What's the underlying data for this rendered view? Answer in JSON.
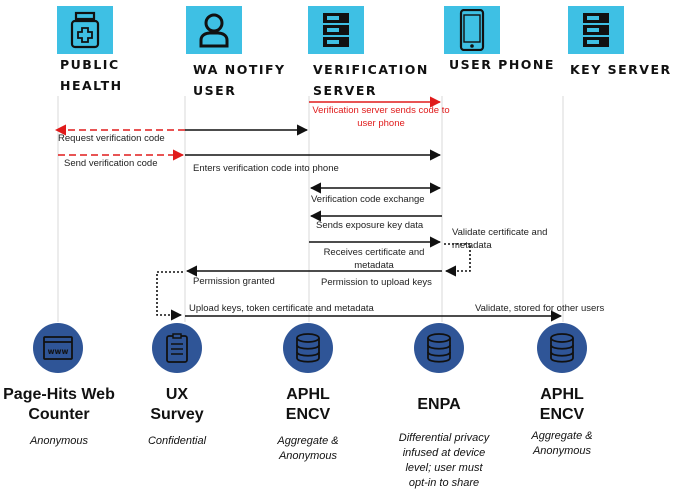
{
  "actors": [
    {
      "name": "Public Health",
      "lines": [
        "PUBLIC",
        "HEALTH"
      ],
      "icon": "medicine-bottle-icon"
    },
    {
      "name": "WA Notify User",
      "lines": [
        "WA NOTIFY",
        "USER"
      ],
      "icon": "user-icon"
    },
    {
      "name": "Verification Server",
      "lines": [
        "VERIFICATION",
        "SERVER"
      ],
      "icon": "server-icon"
    },
    {
      "name": "User Phone",
      "lines": [
        "USER PHONE"
      ],
      "icon": "smartphone-icon"
    },
    {
      "name": "Key Server",
      "lines": [
        "KEY SERVER"
      ],
      "icon": "server-icon"
    }
  ],
  "messages": [
    {
      "text": "Verification server sends code to user phone",
      "color": "#e01b1b"
    },
    {
      "text": "Request verification code"
    },
    {
      "text": "Send verification code"
    },
    {
      "text": "Enters verification code into phone"
    },
    {
      "text": "Verification code exchange"
    },
    {
      "text": "Sends exposure key data"
    },
    {
      "text": "Validate certificate and metadata"
    },
    {
      "text": "Receives certificate and metadata"
    },
    {
      "text": "Permission granted"
    },
    {
      "text": "Permission to upload keys"
    },
    {
      "text": "Upload keys, token certificate and metadata"
    },
    {
      "text": "Validate, stored for other users"
    }
  ],
  "components": [
    {
      "name_lines": [
        "Page-Hits Web",
        "Counter"
      ],
      "desc_lines": [
        "Anonymous"
      ],
      "icon": "web-browser-icon"
    },
    {
      "name_lines": [
        "UX",
        "Survey"
      ],
      "desc_lines": [
        "Confidential"
      ],
      "icon": "clipboard-icon"
    },
    {
      "name_lines": [
        "APHL",
        "ENCV"
      ],
      "desc_lines": [
        "Aggregate &",
        "Anonymous"
      ],
      "icon": "database-icon"
    },
    {
      "name_lines": [
        "ENPA"
      ],
      "desc_lines": [
        "Differential privacy",
        "infused at device",
        "level; user must",
        "opt-in to share"
      ],
      "icon": "database-icon"
    },
    {
      "name_lines": [
        "APHL",
        "ENCV"
      ],
      "desc_lines": [
        "Aggregate &",
        "Anonymous"
      ],
      "icon": "database-icon"
    }
  ],
  "colors": {
    "icon_bg": "#3ec0e4",
    "circle": "#2f5597",
    "highlight": "#e01b1b"
  }
}
